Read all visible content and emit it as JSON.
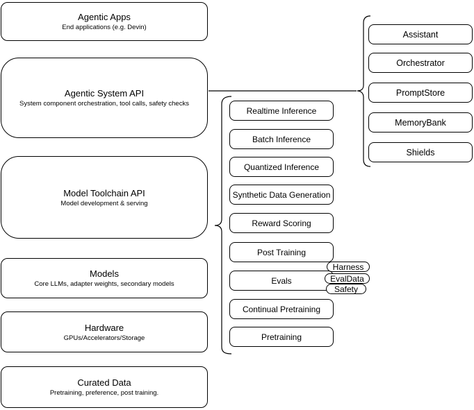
{
  "diagram": {
    "title": "Agentic system stack diagram",
    "left_stack": [
      {
        "title": "Agentic Apps",
        "subtitle": "End applications (e.g. Devin)"
      },
      {
        "title": "Agentic System API",
        "subtitle": "System component orchestration, tool calls, safety checks"
      },
      {
        "title": "Model Toolchain API",
        "subtitle": "Model development & serving"
      },
      {
        "title": "Models",
        "subtitle": "Core LLMs, adapter weights, secondary models"
      },
      {
        "title": "Hardware",
        "subtitle": "GPUs/Accelerators/Storage"
      },
      {
        "title": "Curated Data",
        "subtitle": "Pretraining, preference, post training."
      }
    ],
    "toolchain_items": [
      "Realtime Inference",
      "Batch Inference",
      "Quantized Inference",
      "Synthetic Data Generation",
      "Reward Scoring",
      "Post Training",
      "Evals",
      "Continual Pretraining",
      "Pretraining"
    ],
    "eval_tags": [
      "Harness",
      "EvalData",
      "Safety"
    ],
    "system_components": [
      "Assistant",
      "Orchestrator",
      "PromptStore",
      "MemoryBank",
      "Shields"
    ],
    "colors": {
      "stroke": "#000000",
      "background": "#ffffff",
      "text": "#000000"
    }
  }
}
